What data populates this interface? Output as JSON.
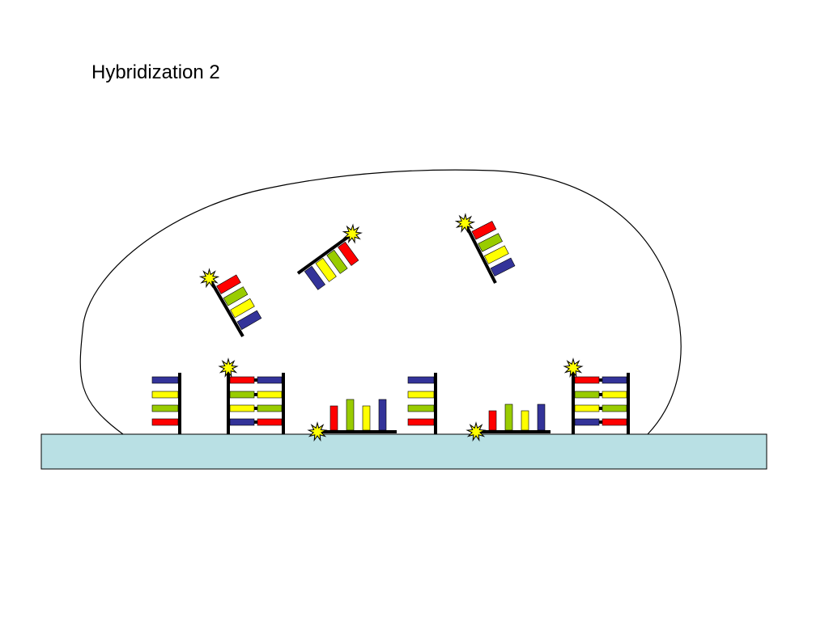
{
  "slide": {
    "title": "Hybridization 2"
  },
  "colors": {
    "background": "#ffffff",
    "substrate": "#b9e0e4",
    "backbone": "#000000",
    "label_fill": "#ffff00",
    "base_red": "#ff0000",
    "base_green": "#99cc00",
    "base_yellow": "#ffff00",
    "base_blue": "#333399"
  },
  "diagram": {
    "droplet": "solution-droplet",
    "substrate": "glass-slide",
    "free_probes": [
      {
        "name": "free-probe-1",
        "labeled": true,
        "bases": [
          "red",
          "green",
          "yellow",
          "blue"
        ]
      },
      {
        "name": "free-probe-2",
        "labeled": true,
        "bases": [
          "red",
          "green",
          "yellow",
          "blue"
        ]
      },
      {
        "name": "free-probe-3",
        "labeled": true,
        "bases": [
          "red",
          "green",
          "yellow",
          "blue"
        ]
      }
    ],
    "immobilized": [
      {
        "name": "unhybridized-target-1",
        "state": "single-strand",
        "bases": [
          "blue",
          "yellow",
          "green",
          "red"
        ]
      },
      {
        "name": "hybridized-duplex-1",
        "state": "double-strand",
        "labeled": true,
        "pairs": [
          [
            "red",
            "blue"
          ],
          [
            "green",
            "yellow"
          ],
          [
            "yellow",
            "green"
          ],
          [
            "blue",
            "red"
          ]
        ]
      },
      {
        "name": "collapsed-probe-1",
        "state": "lying",
        "labeled": true,
        "bases": [
          "red",
          "green",
          "yellow",
          "blue"
        ]
      },
      {
        "name": "unhybridized-target-2",
        "state": "single-strand",
        "bases": [
          "blue",
          "yellow",
          "green",
          "red"
        ]
      },
      {
        "name": "collapsed-probe-2",
        "state": "lying",
        "labeled": true,
        "bases": [
          "red",
          "green",
          "yellow",
          "blue"
        ]
      },
      {
        "name": "hybridized-duplex-2",
        "state": "double-strand",
        "labeled": true,
        "pairs": [
          [
            "red",
            "blue"
          ],
          [
            "green",
            "yellow"
          ],
          [
            "yellow",
            "green"
          ],
          [
            "blue",
            "red"
          ]
        ]
      }
    ]
  }
}
